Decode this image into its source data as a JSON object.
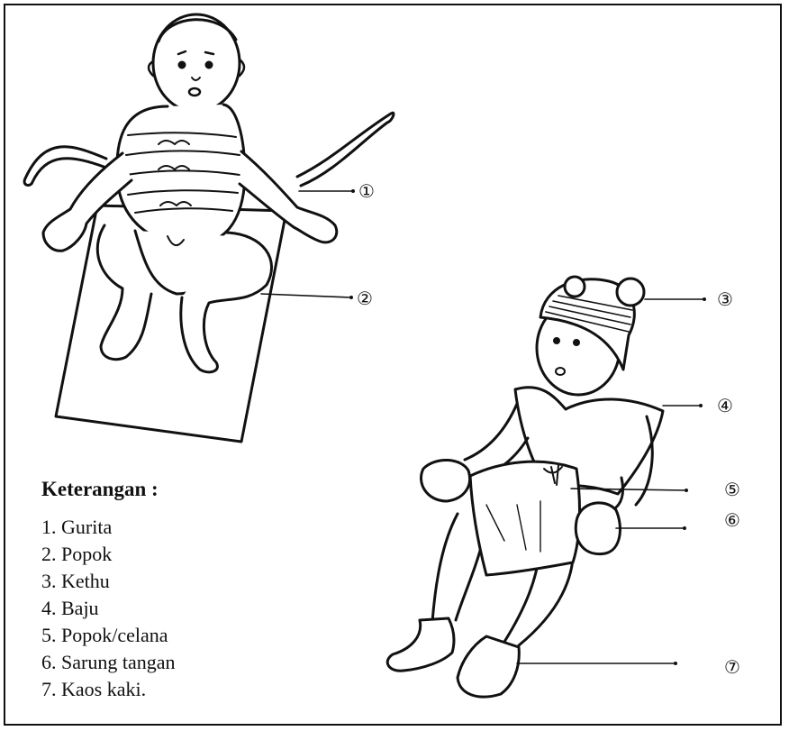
{
  "legend": {
    "title": "Keterangan :",
    "items": [
      {
        "number": "1.",
        "label": "Gurita"
      },
      {
        "number": "2.",
        "label": "Popok"
      },
      {
        "number": "3.",
        "label": "Kethu"
      },
      {
        "number": "4.",
        "label": "Baju"
      },
      {
        "number": "5.",
        "label": "Popok/celana"
      },
      {
        "number": "6.",
        "label": "Sarung tangan"
      },
      {
        "number": "7.",
        "label": "Kaos kaki."
      }
    ]
  },
  "callouts": [
    "①",
    "②",
    "③",
    "④",
    "⑤",
    "⑥",
    "⑦"
  ]
}
